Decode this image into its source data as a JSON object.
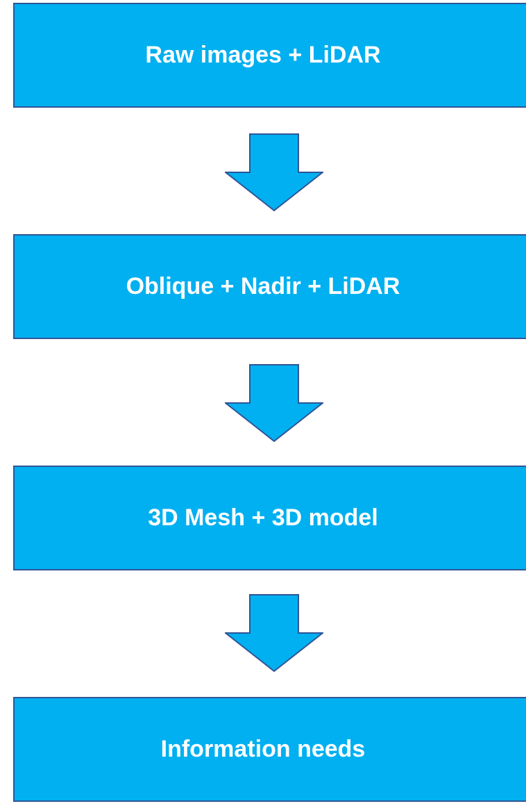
{
  "colors": {
    "box_fill": "#00b0f0",
    "box_border": "#2f5597",
    "arrow_fill": "#00b0f0",
    "arrow_border": "#2f5597",
    "text": "#ffffff"
  },
  "steps": [
    {
      "label": "Raw images + LiDAR"
    },
    {
      "label": "Oblique + Nadir + LiDAR"
    },
    {
      "label": "3D Mesh + 3D model"
    },
    {
      "label": "Information needs"
    }
  ],
  "connectors": [
    {
      "icon": "arrow-down-icon"
    },
    {
      "icon": "arrow-down-icon"
    },
    {
      "icon": "arrow-down-icon"
    }
  ]
}
